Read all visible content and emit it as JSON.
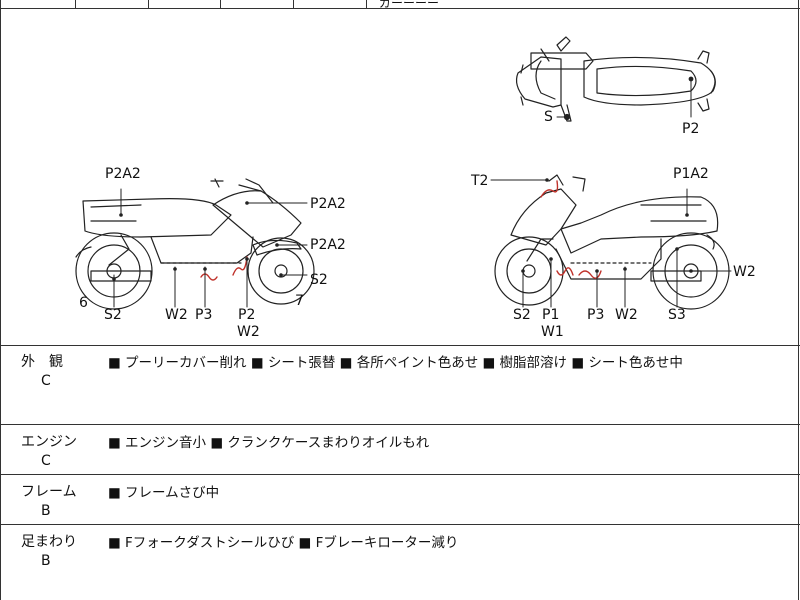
{
  "top_strip": {
    "trailing_text": "ガーーーー"
  },
  "diagram": {
    "top_view": {
      "labels": {
        "s": "S",
        "p2": "P2"
      }
    },
    "left_view": {
      "labels": {
        "p2a2_rear": "P2A2",
        "p2a2_front": "P2A2",
        "p2a2_fender": "P2A2",
        "s2_front": "S2",
        "six": "6",
        "seven": "7",
        "s2_rear": "S2",
        "w2": "W2",
        "p3": "P3",
        "p2": "P2",
        "w2_below": "W2"
      }
    },
    "right_view": {
      "labels": {
        "t2": "T2",
        "p1a2": "P1A2",
        "w2_right": "W2",
        "s2": "S2",
        "p1": "P1",
        "w1": "W1",
        "p3": "P3",
        "w2": "W2",
        "s3": "S3"
      }
    }
  },
  "rows": [
    {
      "category": "外　観",
      "grade": "C",
      "notes": "■ プーリーカバー削れ ■ シート張替 ■ 各所ペイント色あせ ■ 樹脂部溶け ■ シート色あせ中"
    },
    {
      "category": "エンジン",
      "grade": "C",
      "notes": "■ エンジン音小 ■ クランクケースまわりオイルもれ"
    },
    {
      "category": "フレーム",
      "grade": "B",
      "notes": "■ フレームさび中"
    },
    {
      "category": "足まわり",
      "grade": "B",
      "notes": "■ Fフォークダストシールひび ■ Fブレーキローター減り"
    }
  ]
}
